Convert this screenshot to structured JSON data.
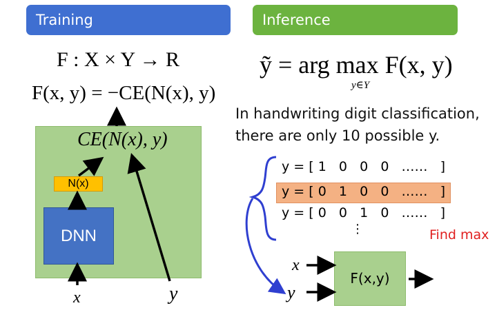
{
  "training": {
    "header": "Training",
    "eq_mapping": "F : X × Y → R",
    "eq_definition": "F(x, y) = −CE(N(x), y)",
    "ce_label": "CE(N(x), y)",
    "nx_label": "N(x)",
    "dnn_label": "DNN",
    "input_x": "x",
    "input_y": "y"
  },
  "inference": {
    "header": "Inference",
    "eq_main": "ỹ = arg max F(x, y)",
    "eq_sub": "y∈Y",
    "caption_line1": "In handwriting digit classification,",
    "caption_line2": "there are only 10 possible y.",
    "rows": [
      "y = [ 1   0   0   0   ……   ]",
      "y = [ 0   1   0   0   ……   ]",
      "y = [ 0   0   1   0   ……   ]"
    ],
    "ellipsis": "⋮",
    "find_max": "Find max",
    "input_x": "x",
    "input_y": "y",
    "function_box": "F(x,y)"
  },
  "colors": {
    "training_header": "#3f6fd1",
    "inference_header": "#6cb33f",
    "green_box": "#a9d08e",
    "nx_box": "#ffc000",
    "dnn_box": "#4472c4",
    "highlight_row": "#f4b183",
    "find_max_text": "#e02020",
    "bracket": "#2f3fd0"
  }
}
